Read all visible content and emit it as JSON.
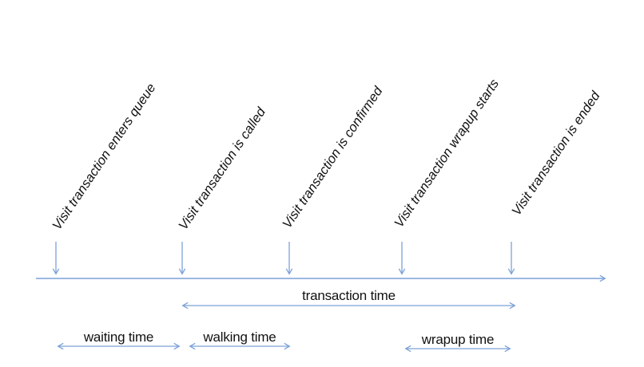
{
  "diagram": {
    "type": "timeline",
    "axis": "time (left to right)",
    "colors": {
      "arrow_blue": "#7ca1d8",
      "text": "#111111",
      "background": "#ffffff"
    },
    "events": [
      {
        "label": "Visit transaction enters queue"
      },
      {
        "label": "Visit transaction is called"
      },
      {
        "label": "Visit transaction is confirmed"
      },
      {
        "label": "Visit transaction wrapup starts"
      },
      {
        "label": "Visit transaction is ended"
      }
    ],
    "spans": [
      {
        "label": "transaction time",
        "from_event": 1,
        "to_event": 4
      },
      {
        "label": "waiting time",
        "from_event": 0,
        "to_event": 1
      },
      {
        "label": "walking time",
        "from_event": 1,
        "to_event": 2
      },
      {
        "label": "wrapup time",
        "from_event": 3,
        "to_event": 4
      }
    ]
  }
}
